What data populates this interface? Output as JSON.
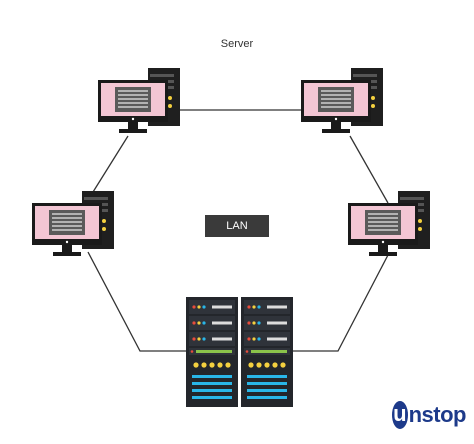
{
  "diagram": {
    "server_label": "Server",
    "lan_label": "LAN",
    "nodes": [
      "top-left workstation",
      "top-right workstation",
      "middle-left workstation",
      "middle-right workstation",
      "server rack"
    ]
  },
  "logo": {
    "mark": "u",
    "text": "nstop"
  },
  "colors": {
    "screen_pink": "#f3c6d4",
    "monitor_black": "#1a1a1a",
    "rack_dark": "#23262b",
    "lan_box": "#3a3a3a",
    "logo_blue": "#1d3a8a",
    "accent_green": "#8bc34a",
    "accent_yellow": "#f4d03f",
    "accent_cyan": "#29b6e8"
  }
}
